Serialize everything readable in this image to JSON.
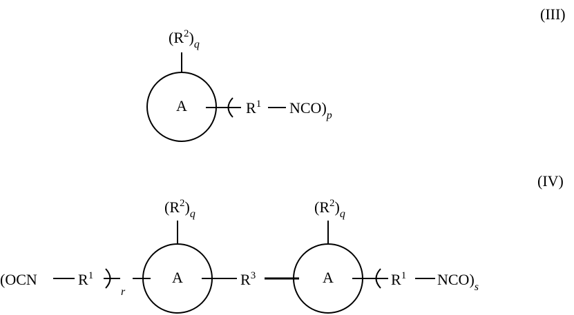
{
  "formula_iii": {
    "label": "(III)",
    "ring": "A",
    "top_group": {
      "open": "(R",
      "sup": "2",
      "close": ")",
      "sub": "q"
    },
    "right_group": {
      "r": "R",
      "sup": "1",
      "nco": "NCO)",
      "sub": "p"
    }
  },
  "formula_iv": {
    "label": "(IV)",
    "left_group": {
      "ocn": "(OCN",
      "r": "R",
      "sup": "1",
      "sub": "r"
    },
    "ring1": "A",
    "ring1_top": {
      "open": "(R",
      "sup": "2",
      "close": ")",
      "sub": "q"
    },
    "linker": {
      "r": "R",
      "sup": "3"
    },
    "ring2": "A",
    "ring2_top": {
      "open": "(R",
      "sup": "2",
      "close": ")",
      "sub": "q"
    },
    "right_group": {
      "r": "R",
      "sup": "1",
      "nco": "NCO)",
      "sub": "s"
    }
  }
}
